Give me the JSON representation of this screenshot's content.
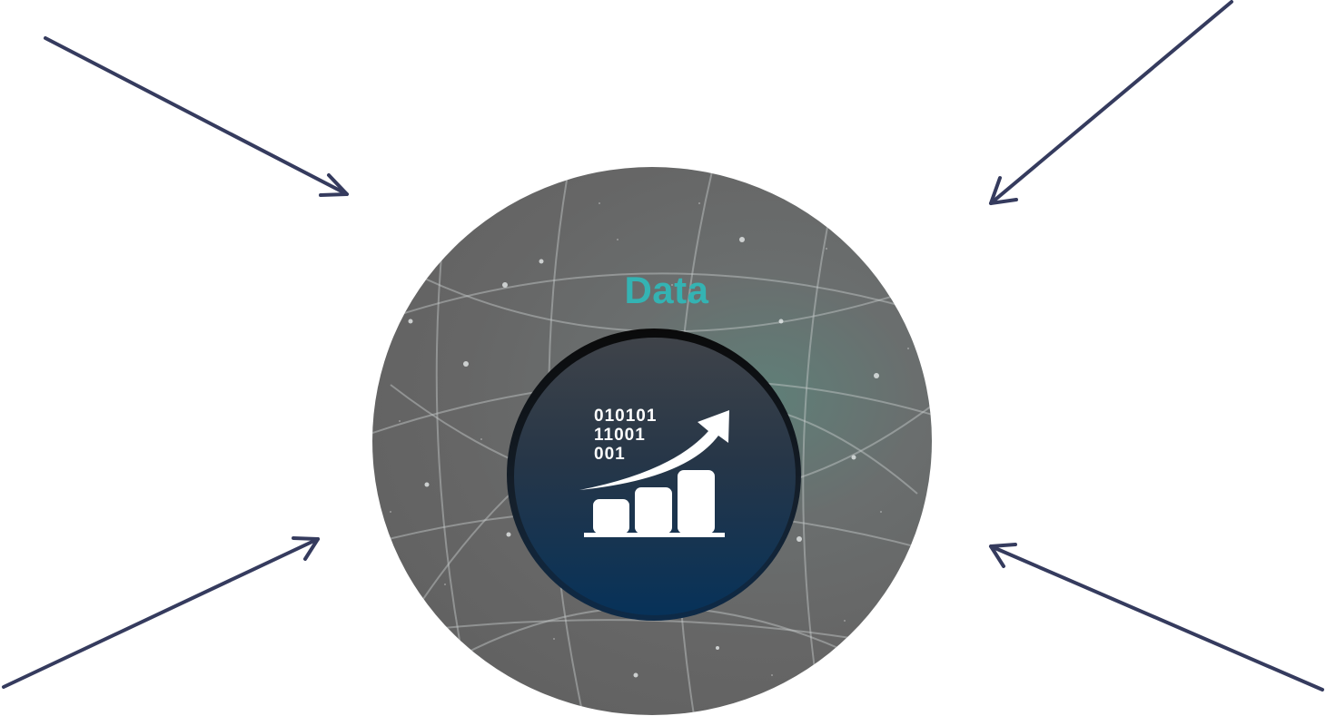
{
  "diagram": {
    "center_label": "Data",
    "icon": {
      "name": "data-growth-chart-icon",
      "binary_lines": [
        "010101",
        "11001",
        "001"
      ]
    },
    "arrow_count": 4,
    "colors": {
      "arrow": "#353b5e",
      "label": "#34b3b3",
      "inner_circle_top": "#3f4349",
      "inner_circle_bottom": "#073259",
      "outer_circle": "#666666",
      "icon": "#ffffff"
    }
  }
}
